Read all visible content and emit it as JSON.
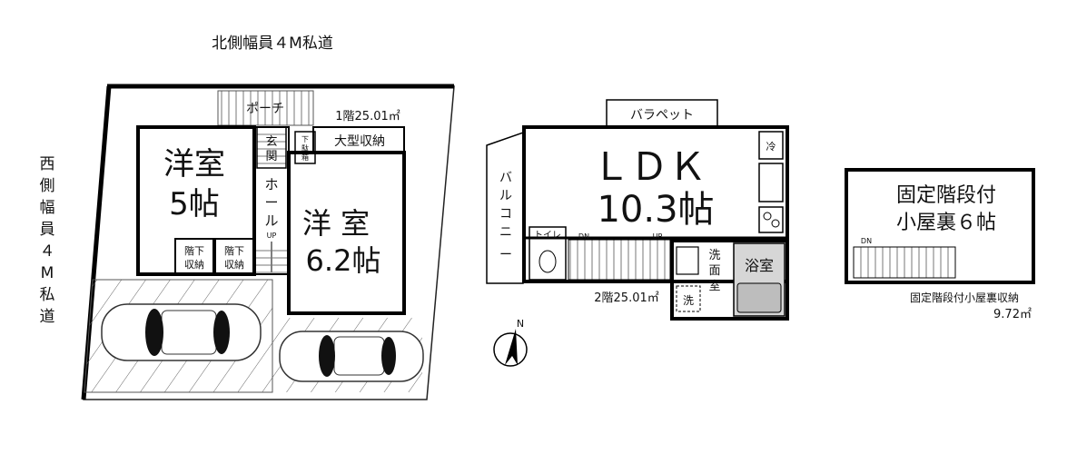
{
  "roads": {
    "north": "北側幅員４M私道",
    "west": [
      "西",
      "側",
      "幅",
      "員",
      "４",
      "M",
      "私",
      "道"
    ]
  },
  "floor1": {
    "area": "1階25.01㎡",
    "porch": "ポーチ",
    "entrance": [
      "玄",
      "関"
    ],
    "shoe_storage": [
      "下",
      "駄",
      "箱"
    ],
    "large_storage": "大型収納",
    "hall": [
      "ホ",
      "ー",
      "ル"
    ],
    "up": "UP",
    "western_room_5": [
      "洋室",
      "5帖"
    ],
    "western_room_6": [
      "洋 室",
      "6.2帖"
    ],
    "under_stair_storage_1": [
      "階下",
      "収納"
    ],
    "under_stair_storage_2": [
      "階下",
      "収納"
    ]
  },
  "floor2": {
    "area": "2階25.01㎡",
    "parapet": "バラペット",
    "balcony": [
      "バ",
      "ル",
      "コ",
      "ニ",
      "ー"
    ],
    "ldk": [
      "ＬＤＫ",
      "10.3帖"
    ],
    "fridge": "冷",
    "toilet": "トイレ",
    "dn": "DN",
    "up": "UP",
    "washroom": [
      "洗",
      "面",
      "室"
    ],
    "washer": "洗",
    "bath": "浴室"
  },
  "attic": {
    "title": [
      "固定階段付",
      "小屋裏６帖"
    ],
    "dn": "DN",
    "storage_label": "固定階段付小屋裏収納",
    "storage_area": "9.72㎡"
  },
  "compass": {
    "north": "N"
  }
}
